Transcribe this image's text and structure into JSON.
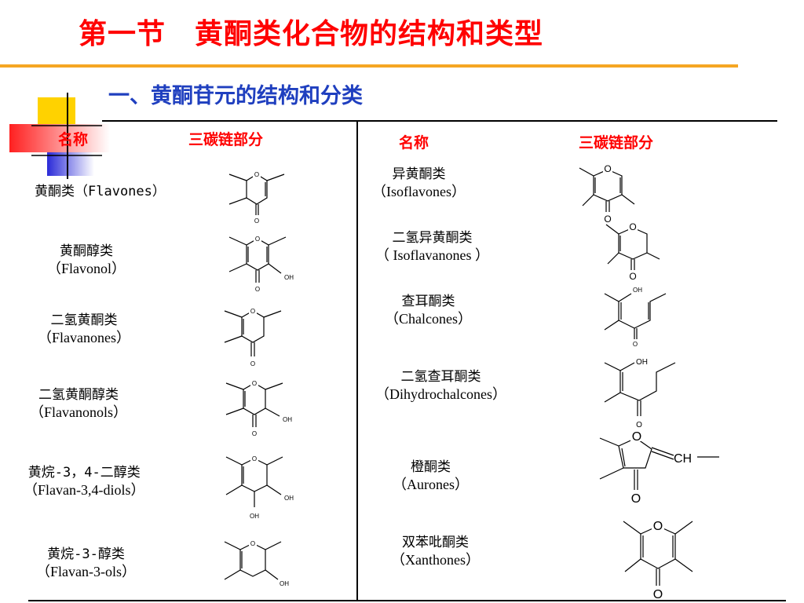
{
  "title": "第一节　黄酮类化合物的结构和类型",
  "subtitle": "一、黄酮苷元的结构和分类",
  "headers": {
    "name_left": "名称",
    "chain_left": "三碳链部分",
    "name_right": "名称",
    "chain_right": "三碳链部分"
  },
  "left": [
    {
      "zh": "黄酮类（Flavones）",
      "en": ""
    },
    {
      "zh": "黄酮醇类",
      "en": "（Flavonol）"
    },
    {
      "zh": "二氢黄酮类",
      "en": "（Flavanones）"
    },
    {
      "zh": "二氢黄酮醇类",
      "en": "（Flavanonols）"
    },
    {
      "zh": "黄烷-3，4-二醇类",
      "en": "（Flavan-3,4-diols）"
    },
    {
      "zh": "黄烷-3-醇类",
      "en": "（Flavan-3-ols）"
    }
  ],
  "right": [
    {
      "zh": "异黄酮类",
      "en": "（Isoflavones）"
    },
    {
      "zh": "二氢异黄酮类",
      "en": "（ Isoflavanones ）"
    },
    {
      "zh": "查耳酮类",
      "en": "（Chalcones）"
    },
    {
      "zh": "二氢查耳酮类",
      "en": "（Dihydrochalcones）"
    },
    {
      "zh": "橙酮类",
      "en": "（Aurones）"
    },
    {
      "zh": "双苯吡酮类",
      "en": "（Xanthones）"
    }
  ],
  "atoms": {
    "o": "O",
    "oh": "OH",
    "ch": "CH"
  },
  "colors": {
    "title": "#ff0000",
    "subtitle": "#1f3fbf",
    "rule": "#f5a623",
    "header": "#ff0000"
  }
}
